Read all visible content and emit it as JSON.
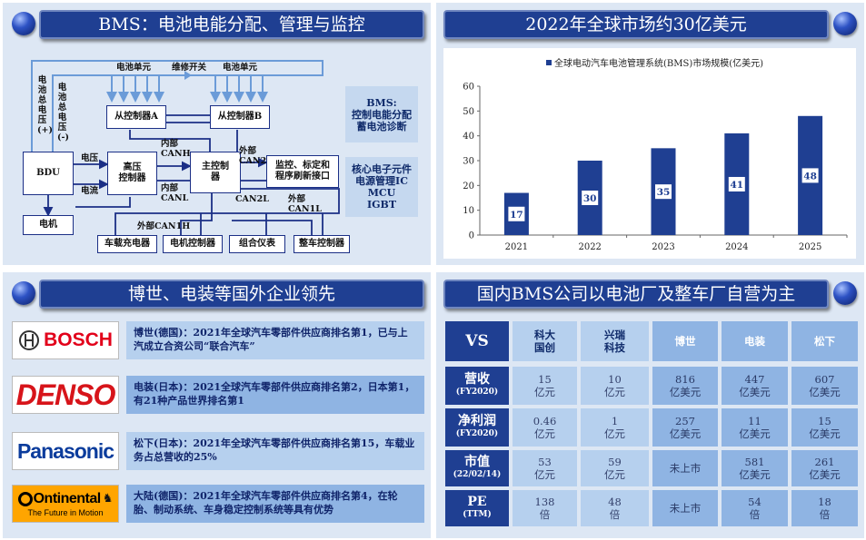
{
  "top_left": {
    "title": "BMS：电池电能分配、管理与监控",
    "blocks": {
      "cell_top_left": "电池单元",
      "switch": "维修开关",
      "cell_top_right": "电池单元",
      "slave_a": "从控制器A",
      "slave_b": "从控制器B",
      "bdu": "BDU",
      "hv_ctrl": "高压\n控制器",
      "master": "主控制\n器",
      "monitor": "监控、标定和\n程序刷新接口",
      "motor": "电机",
      "charger": "车载充电器",
      "motor_ctrl": "电机控制器",
      "cluster": "组合仪表",
      "vehicle_ctrl": "整车控制器"
    },
    "labels": {
      "pack_pos": "电池总电压(+)",
      "pack_neg": "电池总电压(-)",
      "voltage": "电压",
      "current": "电流",
      "inner_canh": "内部\nCANH",
      "inner_canl": "内部\nCANL",
      "outer_can2": "外部\nCAN2",
      "outer_can2l": "CAN2L",
      "outer_can1l": "外部\nCAN1L",
      "outer_can1h": "外部CAN1H"
    },
    "notes": {
      "bms": "BMS:\n控制电能分配\n蓄电池诊断",
      "core": "核心电子元件\n电源管理IC\nMCU\nIGBT"
    }
  },
  "top_right": {
    "title": "2022年全球市场约30亿美元"
  },
  "chart_data": {
    "type": "bar",
    "title": "",
    "legend": "全球电动汽车电池管理系统(BMS)市场规模(亿美元)",
    "legend_position": "top",
    "categories": [
      "2021",
      "2022",
      "2023",
      "2024",
      "2025"
    ],
    "series": [
      {
        "name": "全球电动汽车电池管理系统(BMS)市场规模(亿美元)",
        "values": [
          17,
          30,
          35,
          41,
          48
        ]
      }
    ],
    "data_labels": [
      "17",
      "30",
      "35",
      "41",
      "48"
    ],
    "yticks": [
      "0",
      "10",
      "20",
      "30",
      "40",
      "50",
      "60"
    ],
    "ylim": [
      0,
      60
    ],
    "xlabel": "",
    "ylabel": "",
    "grid": false,
    "bar_color": "#1f3f92"
  },
  "bottom_left": {
    "title": "博世、电装等国外企业领先",
    "companies": [
      {
        "logo_text": "BOSCH",
        "desc": "博世(德国)：2021年全球汽车零部件供应商排名第1，已与上汽成立合资公司“联合汽车”"
      },
      {
        "logo_text": "DENSO",
        "desc": "电装(日本)：2021全球汽车零部件供应商排名第2，日本第1，有21种产品世界排名第1"
      },
      {
        "logo_text": "Panasonic",
        "desc": "松下(日本)：2021年全球汽车零部件供应商排名第15，车载业务占总营收的25%"
      },
      {
        "logo_text": "Ontinental",
        "logo_sub": "The Future in Motion",
        "desc": "大陆(德国)：2021年全球汽车零部件供应商排名第4，在轮胎、制动系统、车身稳定控制系统等具有优势"
      }
    ]
  },
  "bottom_right": {
    "title": "国内BMS公司以电池厂及整车厂自营为主",
    "corner": "VS",
    "columns": [
      "科大\n国创",
      "兴瑞\n科技",
      "博世",
      "电装",
      "松下"
    ],
    "rows": [
      {
        "label": "营收",
        "sub": "(FY2020)",
        "cells": [
          "15\n亿元",
          "10\n亿元",
          "816\n亿美元",
          "447\n亿美元",
          "607\n亿美元"
        ]
      },
      {
        "label": "净利润",
        "sub": "(FY2020)",
        "cells": [
          "0.46\n亿元",
          "1\n亿元",
          "257\n亿美元",
          "11\n亿美元",
          "15\n亿美元"
        ]
      },
      {
        "label": "市值",
        "sub": "(22/02/14)",
        "cells": [
          "53\n亿元",
          "59\n亿元",
          "未上市",
          "581\n亿美元",
          "261\n亿美元"
        ]
      },
      {
        "label": "PE",
        "sub": "(TTM)",
        "cells": [
          "138\n倍",
          "48\n倍",
          "未上市",
          "54\n倍",
          "18\n倍"
        ]
      }
    ]
  }
}
